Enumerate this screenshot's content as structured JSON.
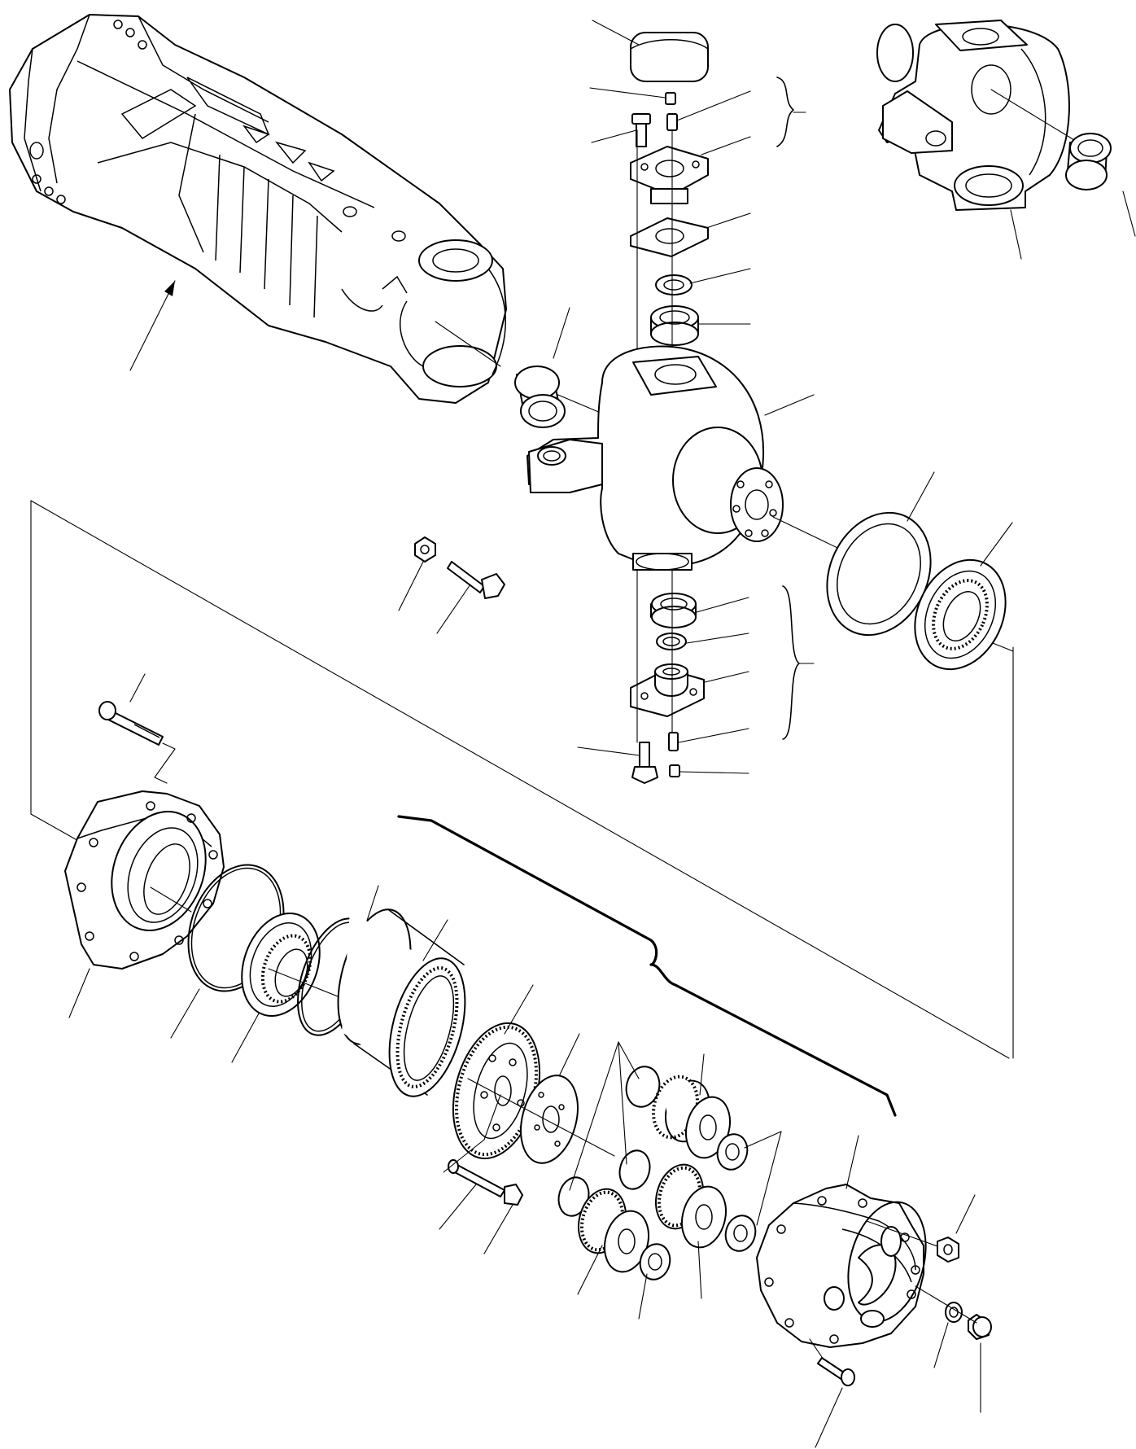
{
  "diagram": {
    "kind": "exploded-parts-view",
    "line_color": "#000000",
    "background": "#ffffff",
    "assemblies": [
      {
        "id": "axle-housing",
        "icon": "axle-housing-part"
      },
      {
        "id": "steering-knuckle-upper",
        "icon": "knuckle-part"
      },
      {
        "id": "steering-knuckle-main",
        "icon": "knuckle-part"
      },
      {
        "id": "kingpin-upper-kit",
        "icon": "bracket-group"
      },
      {
        "id": "kingpin-lower-kit",
        "icon": "bracket-group"
      },
      {
        "id": "wheel-hub",
        "icon": "hub-part"
      },
      {
        "id": "planetary-gear-set",
        "icon": "gear-group"
      },
      {
        "id": "planetary-cover",
        "icon": "cover-part"
      }
    ]
  }
}
